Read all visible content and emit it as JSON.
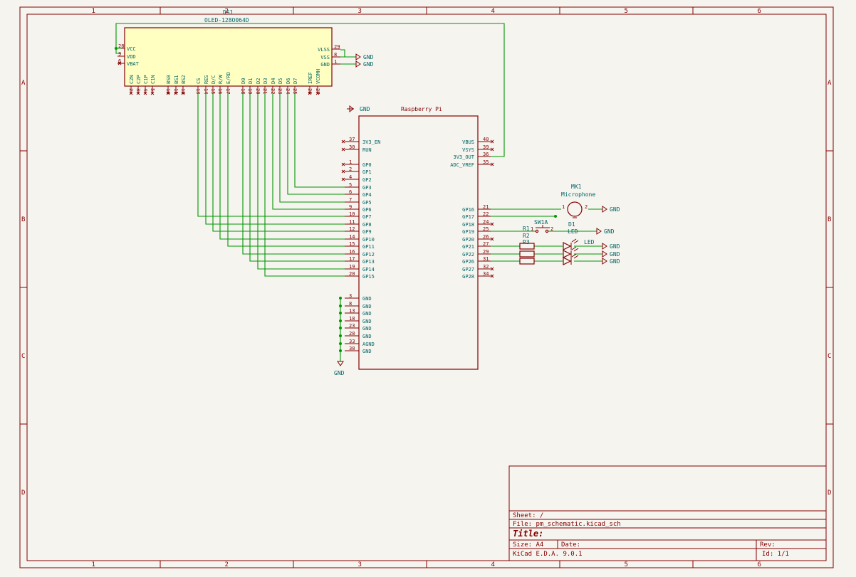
{
  "frame": {
    "columns": [
      "1",
      "2",
      "3",
      "4",
      "5",
      "6"
    ],
    "rows": [
      "A",
      "B",
      "C",
      "D"
    ]
  },
  "oled": {
    "ref": "DS1",
    "value": "OLED-128O064D",
    "left_pins": [
      {
        "num": "28",
        "name": "VCC"
      },
      {
        "num": "9",
        "name": "VDD"
      },
      {
        "num": "6",
        "name": "VBAT"
      }
    ],
    "right_pins": [
      {
        "num": "29",
        "name": "VLSS"
      },
      {
        "num": "8",
        "name": "VSS"
      },
      {
        "num": "1",
        "name": "GND"
      }
    ],
    "bottom_pins": [
      {
        "num": "2",
        "name": "C2N"
      },
      {
        "num": "3",
        "name": "C2P"
      },
      {
        "num": "4",
        "name": "C1P"
      },
      {
        "num": "5",
        "name": "C1N"
      },
      {
        "num": "10",
        "name": "BS0"
      },
      {
        "num": "11",
        "name": "BS1"
      },
      {
        "num": "12",
        "name": "BS2"
      },
      {
        "num": "13",
        "name": "CS"
      },
      {
        "num": "14",
        "name": "RES"
      },
      {
        "num": "15",
        "name": "D/C"
      },
      {
        "num": "16",
        "name": "R/W"
      },
      {
        "num": "17",
        "name": "E/RD"
      },
      {
        "num": "18",
        "name": "D0"
      },
      {
        "num": "19",
        "name": "D1"
      },
      {
        "num": "20",
        "name": "D2"
      },
      {
        "num": "21",
        "name": "D3"
      },
      {
        "num": "22",
        "name": "D4"
      },
      {
        "num": "23",
        "name": "D5"
      },
      {
        "num": "24",
        "name": "D6"
      },
      {
        "num": "25",
        "name": "D7"
      },
      {
        "num": "26",
        "name": "IREF"
      },
      {
        "num": "27",
        "name": "VCOMH"
      }
    ]
  },
  "pi": {
    "ref": "GND",
    "value": "Raspberry Pi",
    "left_pins": [
      {
        "num": "37",
        "name": "3V3_EN"
      },
      {
        "num": "30",
        "name": "RUN"
      },
      {
        "num": "1",
        "name": "GP0"
      },
      {
        "num": "2",
        "name": "GP1"
      },
      {
        "num": "4",
        "name": "GP2"
      },
      {
        "num": "5",
        "name": "GP3"
      },
      {
        "num": "6",
        "name": "GP4"
      },
      {
        "num": "7",
        "name": "GP5"
      },
      {
        "num": "9",
        "name": "GP6"
      },
      {
        "num": "10",
        "name": "GP7"
      },
      {
        "num": "11",
        "name": "GP8"
      },
      {
        "num": "12",
        "name": "GP9"
      },
      {
        "num": "14",
        "name": "GP10"
      },
      {
        "num": "15",
        "name": "GP11"
      },
      {
        "num": "16",
        "name": "GP12"
      },
      {
        "num": "17",
        "name": "GP13"
      },
      {
        "num": "19",
        "name": "GP14"
      },
      {
        "num": "20",
        "name": "GP15"
      },
      {
        "num": "3",
        "name": "GND"
      },
      {
        "num": "8",
        "name": "GND"
      },
      {
        "num": "13",
        "name": "GND"
      },
      {
        "num": "18",
        "name": "GND"
      },
      {
        "num": "23",
        "name": "GND"
      },
      {
        "num": "28",
        "name": "GND"
      },
      {
        "num": "33",
        "name": "AGND"
      },
      {
        "num": "38",
        "name": "GND"
      }
    ],
    "right_pins": [
      {
        "num": "40",
        "name": "VBUS"
      },
      {
        "num": "39",
        "name": "VSYS"
      },
      {
        "num": "36",
        "name": "3V3_OUT"
      },
      {
        "num": "35",
        "name": "ADC_VREF"
      },
      {
        "num": "21",
        "name": "GP16"
      },
      {
        "num": "22",
        "name": "GP17"
      },
      {
        "num": "24",
        "name": "GP18"
      },
      {
        "num": "25",
        "name": "GP19"
      },
      {
        "num": "26",
        "name": "GP20"
      },
      {
        "num": "27",
        "name": "GP21"
      },
      {
        "num": "29",
        "name": "GP22"
      },
      {
        "num": "31",
        "name": "GP26"
      },
      {
        "num": "32",
        "name": "GP27"
      },
      {
        "num": "34",
        "name": "GP28"
      }
    ]
  },
  "power_labels": {
    "gnd": "GND"
  },
  "components": {
    "mic_ref": "MK1",
    "mic_value": "Microphone",
    "mic_pin1": "1",
    "mic_pin2": "2",
    "sw_ref": "SW1A",
    "sw_pin1": "1",
    "sw_pin2": "2",
    "r1_ref": "R1",
    "r2_ref": "R2",
    "r3_ref": "R3",
    "d1_ref": "D1",
    "led_value": "LED",
    "led_label": "LED"
  },
  "title_block": {
    "sheet": "Sheet: /",
    "file": "File: pm_schematic.kicad_sch",
    "title": "Title:",
    "size": "Size: A4",
    "date": "Date:",
    "rev": "Rev:",
    "tool": "KiCad E.D.A. 9.0.1",
    "id": "Id: 1/1"
  },
  "colors": {
    "frame": "#840000",
    "wire": "#009600",
    "label": "#006464",
    "background": "#f5f4ef",
    "component_fill": "#ffffc2"
  }
}
